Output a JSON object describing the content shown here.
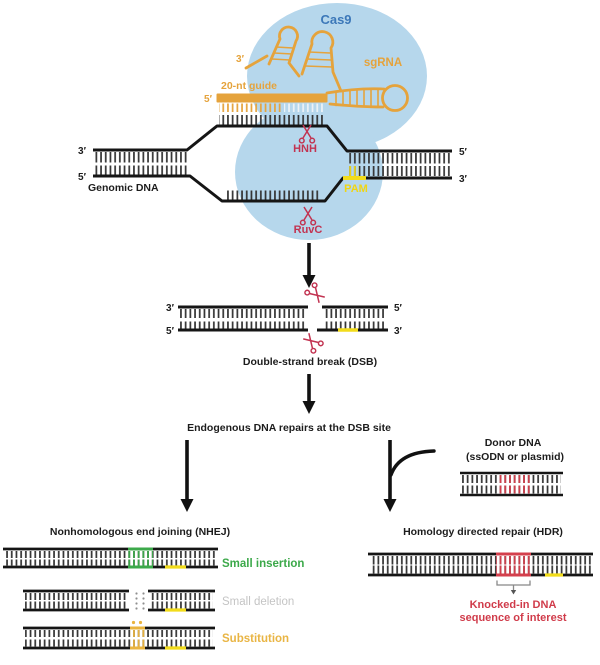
{
  "palette": {
    "cas9_body_blue": "#b6d7ec",
    "cas9_text_blue": "#3c78b9",
    "sgrna_orange": "#e5a33c",
    "nuclease_crimson": "#c23351",
    "pam_yellow": "#f0d513",
    "insertion_green": "#3ca94a",
    "deletion_gray": "#c4c4c4",
    "substitution_gold": "#e9b544",
    "knockin_red": "#d03b4a",
    "dna_black": "#151515"
  },
  "cas9_complex": {
    "cas9_label": "Cas9",
    "sgrna_label": "sgRNA",
    "sgrna_three_prime": "3′",
    "guide_label": "20-nt guide",
    "guide_five_prime": "5′",
    "hnh_label": "HNH",
    "pam_label": "PAM",
    "ruvc_label": "RuvC"
  },
  "genomic_dna": {
    "label": "Genomic DNA",
    "left_top_prime": "3′",
    "left_bottom_prime": "5′",
    "right_top_prime": "5′",
    "right_bottom_prime": "3′"
  },
  "dsb": {
    "label": "Double-strand break (DSB)",
    "left_top_prime": "3′",
    "left_bottom_prime": "5′",
    "right_top_prime": "5′",
    "right_bottom_prime": "3′"
  },
  "repair": {
    "label": "Endogenous DNA repairs at the DSB site"
  },
  "donor": {
    "line1": "Donor DNA",
    "line2": "(ssODN or plasmid)"
  },
  "nhej": {
    "header": "Nonhomologous end joining (NHEJ)",
    "outcomes": [
      {
        "label": "Small insertion"
      },
      {
        "label": "Small deletion"
      },
      {
        "label": "Substitution"
      }
    ]
  },
  "hdr": {
    "header": "Homology directed repair (HDR)",
    "knockin_line1": "Knocked-in DNA",
    "knockin_line2": "sequence of interest"
  }
}
